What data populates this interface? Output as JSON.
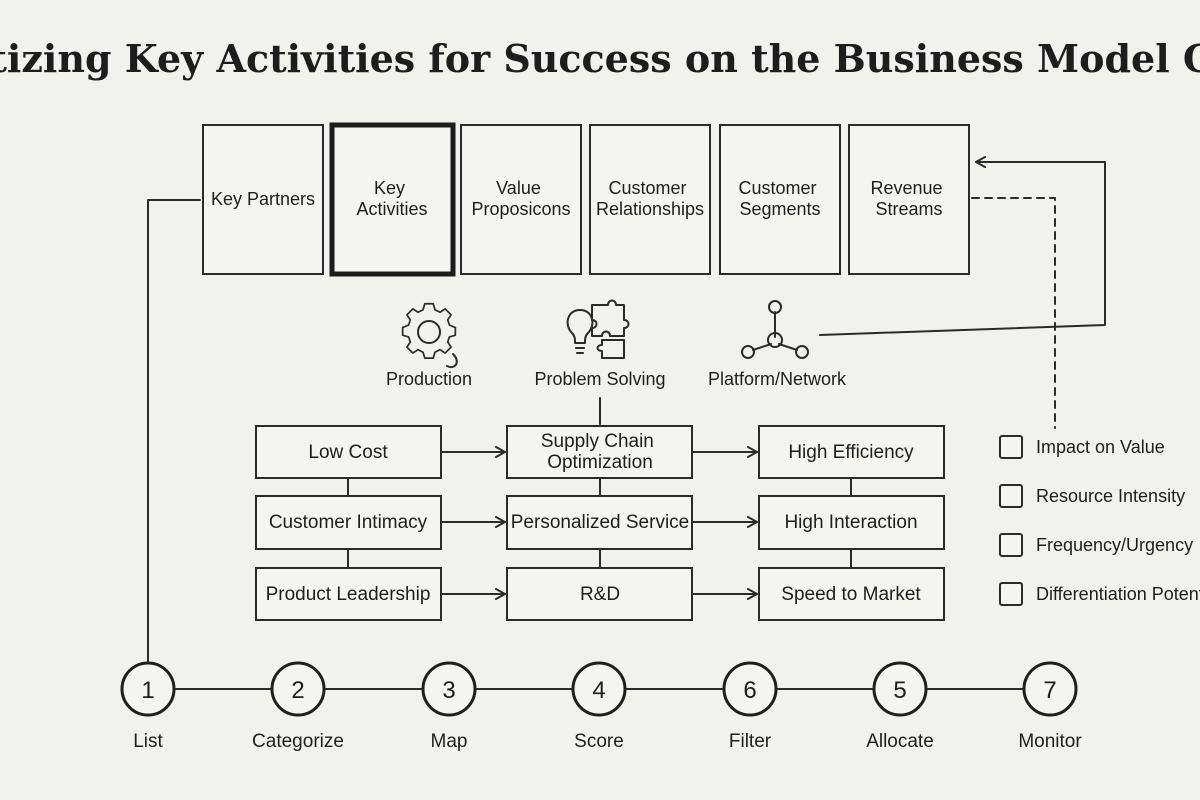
{
  "title": "Prioritizing Key Activities for Success on the Business Model Canvas",
  "canvas_blocks": [
    {
      "lines": [
        "Key Partners"
      ]
    },
    {
      "lines": [
        "Key",
        "Activities"
      ]
    },
    {
      "lines": [
        "Value",
        "Proposicons"
      ]
    },
    {
      "lines": [
        "Customer",
        "Relationships"
      ]
    },
    {
      "lines": [
        "Customer",
        "Segments"
      ]
    },
    {
      "lines": [
        "Revenue",
        "Streams"
      ]
    }
  ],
  "activity_types": [
    {
      "label": "Production",
      "icon": "gear-icon"
    },
    {
      "label": "Problem Solving",
      "icon": "lightbulb-puzzle-icon"
    },
    {
      "label": "Platform/Network",
      "icon": "network-icon"
    }
  ],
  "strategy_rows": [
    {
      "strategy": "Low Cost",
      "activity": [
        "Supply Chain",
        "Optimization"
      ],
      "result": "High Efficiency"
    },
    {
      "strategy": "Customer Intimacy",
      "activity": [
        "Personalized Service"
      ],
      "result": "High Interaction"
    },
    {
      "strategy": "Product Leadership",
      "activity": [
        "R&D"
      ],
      "result": "Speed to Market"
    }
  ],
  "criteria": [
    "Impact on Value",
    "Resource Intensity",
    "Frequency/Urgency",
    "Differentiation Potential"
  ],
  "steps": [
    {
      "num": "1",
      "label": "List"
    },
    {
      "num": "2",
      "label": "Categorize"
    },
    {
      "num": "3",
      "label": "Map"
    },
    {
      "num": "4",
      "label": "Score"
    },
    {
      "num": "6",
      "label": "Filter"
    },
    {
      "num": "5",
      "label": "Allocate"
    },
    {
      "num": "7",
      "label": "Monitor"
    }
  ]
}
